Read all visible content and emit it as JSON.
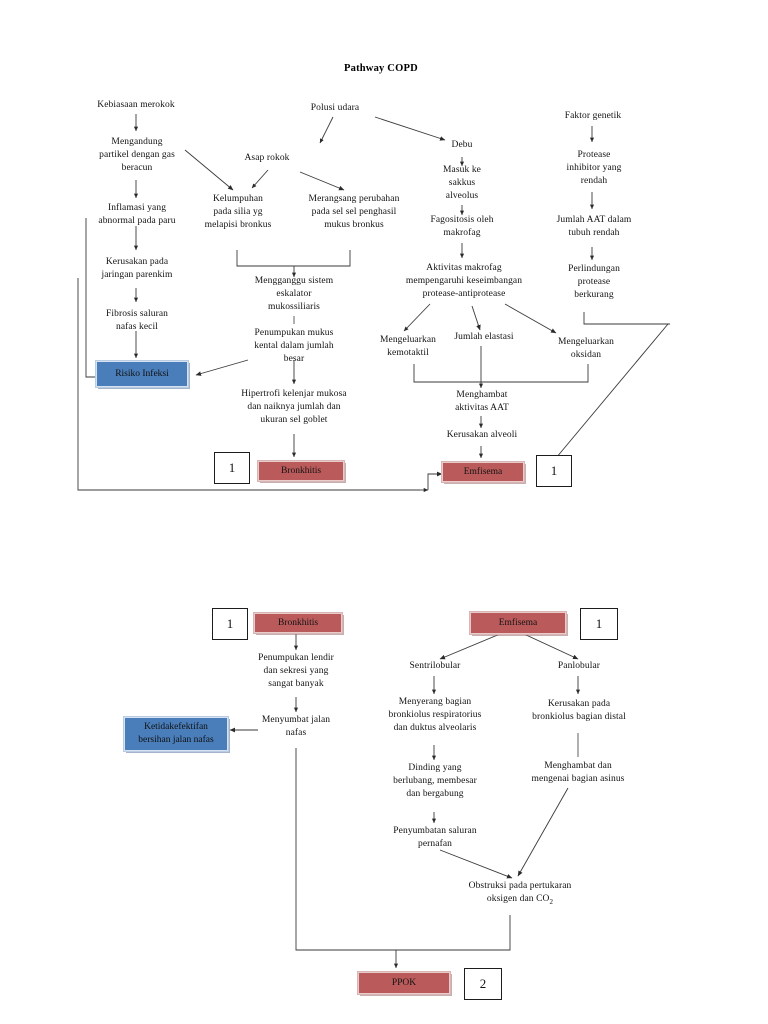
{
  "document": {
    "title": "Pathway COPD"
  },
  "colors": {
    "red_box": "#bb5a5a",
    "blue_box": "#4a7ebb",
    "ref_box_border": "#1d1d1d",
    "text": "#121212",
    "connector": "#3a3a3a",
    "page_background": "#ffffff"
  },
  "top_pathway": {
    "roots": {
      "smoking": "Kebiasaan merokok",
      "air_pollution": "Polusi udara",
      "genetic_factor": "Faktor genetik"
    },
    "nodes": {
      "mengandung_partikel": "Mengandung\npartikel dengan gas\nberacun",
      "inflamasi": "Inflamasi yang\nabnormal pada paru",
      "kerusakan_parenkim": "Kerusakan pada\njaringan parenkim",
      "fibrosis": "Fibrosis saluran\nnafas kecil",
      "asap_rokok": "Asap rokok",
      "kelumpuhan_silia": "Kelumpuhan\npada silia yg\nmelapisi bronkus",
      "merangsang_perubahan": "Merangsang perubahan\npada sel sel penghasil\nmukus bronkus",
      "mengganggu_eskalator": "Mengganggu sistem\neskalator\nmukossiliaris",
      "penumpukan_mukus": "Penumpukan mukus\nkental dalam jumlah\nbesar",
      "hipertrofi": "Hipertrofi kelenjar mukosa\ndan naiknya jumlah dan\nukuran sel goblet",
      "debu": "Debu",
      "masuk_sakkus": "Masuk ke\nsakkus\nalveolus",
      "fagositosis": "Fagositosis oleh\nmakrofag",
      "aktivitas_makrofag": "Aktivitas makrofag\nmempengaruhi keseimbangan\nprotease-antiprotease",
      "mengeluarkan_kemotaktil": "Mengeluarkan\nkemotaktil",
      "jumlah_elastasi": "Jumlah elastasi",
      "mengeluarkan_oksidan": "Mengeluarkan\noksidan",
      "menghambat_aat": "Menghambat\naktivitas AAT",
      "kerusakan_alveoli": "Kerusakan alveoli",
      "protease_inhibitor": "Protease\ninhibitor yang\nrendah",
      "jumlah_aat": "Jumlah AAT dalam\ntubuh rendah",
      "perlindungan_protease": "Perlindungan\nprotease\nberkurang"
    },
    "diagnosis_boxes": {
      "risiko_infeksi": "Risiko Infeksi"
    },
    "outcome_boxes": {
      "bronkhitis": "Bronkhitis",
      "emfisema": "Emfisema"
    },
    "reference_markers": {
      "bronkhitis_ref": "1",
      "emfisema_ref": "1"
    }
  },
  "bottom_pathway": {
    "reference_markers": {
      "bronkhitis_ref": "1",
      "emfisema_ref": "1",
      "ppok_ref": "2"
    },
    "outcome_boxes": {
      "bronkhitis": "Bronkhitis",
      "emfisema": "Emfisema",
      "ppok": "PPOK"
    },
    "diagnosis_boxes": {
      "ketidakefektifan": "Ketidakefektifan\nbersihan jalan nafas"
    },
    "nodes": {
      "penumpukan_lendir": "Penumpukan lendir\ndan sekresi yang\nsangat banyak",
      "menyumbat_jalan_nafas": "Menyumbat jalan\nnafas",
      "sentrilobular": "Sentrilobular",
      "panlobular": "Panlobular",
      "menyerang_bagian": "Menyerang bagian\nbronkiolus respiratorius\ndan duktus alveolaris",
      "kerusakan_bronkiolus": "Kerusakan pada\nbronkiolus bagian distal",
      "dinding_berlubang": "Dinding yang\nberlubang, membesar\ndan bergabung",
      "menghambat_asinus": "Menghambat dan\nmengenai bagian asinus",
      "penyumbatan_saluran": "Penyumbatan saluran\npernafan",
      "obstruksi_pertukaran": "Obstruksi pada pertukaran\noksigen dan CO",
      "obstruksi_pertukaran_sub": "2"
    }
  }
}
